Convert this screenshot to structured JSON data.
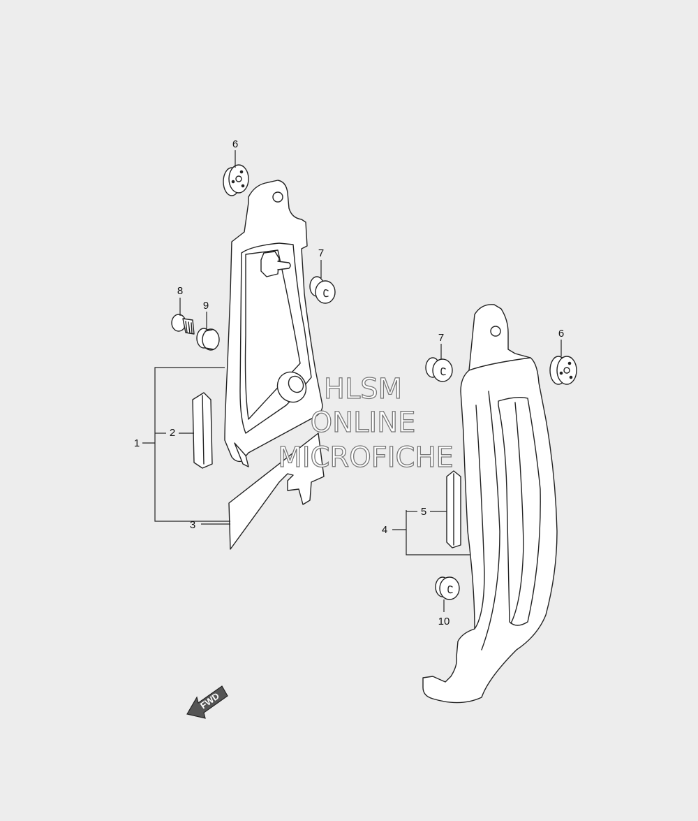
{
  "callouts": {
    "c1": "1",
    "c2": "2",
    "c3": "3",
    "c4": "4",
    "c5": "5",
    "c6a": "6",
    "c6b": "6",
    "c7a": "7",
    "c7b": "7",
    "c8": "8",
    "c9": "9",
    "c10": "10"
  },
  "watermark": {
    "line1": "HLSM",
    "line2": "ONLINE",
    "line3": "MICROFICHE"
  },
  "direction_label": "FWD",
  "colors": {
    "background": "#ededed",
    "line": "#222222",
    "part_fill": "#ffffff",
    "watermark_outline": "#777777"
  }
}
